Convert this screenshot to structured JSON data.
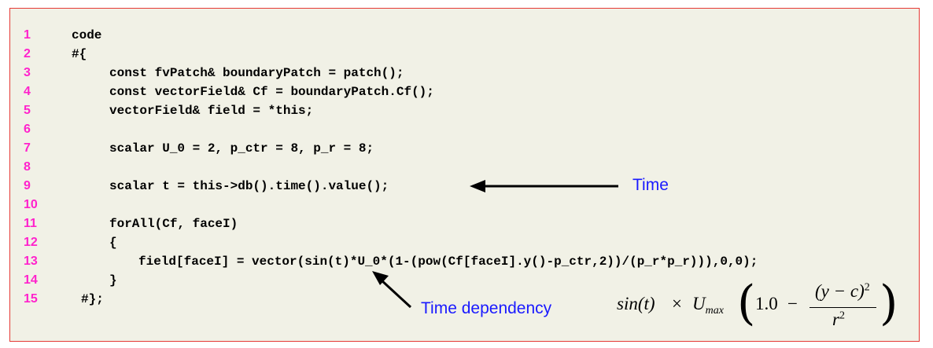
{
  "code": {
    "lines": [
      {
        "n": "1",
        "text": "code"
      },
      {
        "n": "2",
        "text": "#{"
      },
      {
        "n": "3",
        "text": "const fvPatch& boundaryPatch = patch();"
      },
      {
        "n": "4",
        "text": "const vectorField& Cf = boundaryPatch.Cf();"
      },
      {
        "n": "5",
        "text": "vectorField& field = *this;"
      },
      {
        "n": "6",
        "text": ""
      },
      {
        "n": "7",
        "text": "scalar U_0 = 2, p_ctr = 8, p_r = 8;"
      },
      {
        "n": "8",
        "text": ""
      },
      {
        "n": "9",
        "text": "scalar t = this->db().time().value();"
      },
      {
        "n": "10",
        "text": ""
      },
      {
        "n": "11",
        "text": "forAll(Cf, faceI)"
      },
      {
        "n": "12",
        "text": "{"
      },
      {
        "n": "13",
        "text": "field[faceI] = vector(sin(t)*U_0*(1-(pow(Cf[faceI].y()-p_ctr,2))/(p_r*p_r))),0,0);"
      },
      {
        "n": "14",
        "text": "}"
      },
      {
        "n": "15",
        "text": "#};"
      }
    ]
  },
  "annotations": {
    "time_label": "Time",
    "time_dependency_label": "Time dependency"
  },
  "formula": {
    "sin_t": "sin(t)",
    "times": "×",
    "u": "U",
    "u_sub": "max",
    "one": "1.0",
    "minus": "−",
    "numerator": "(y − c)",
    "num_exp": "2",
    "denominator": "r",
    "den_exp": "2"
  },
  "colors": {
    "border": "#e53935",
    "background": "#f1f1e6",
    "line_numbers": "#ff22cc",
    "annotation": "#1a1aff"
  }
}
